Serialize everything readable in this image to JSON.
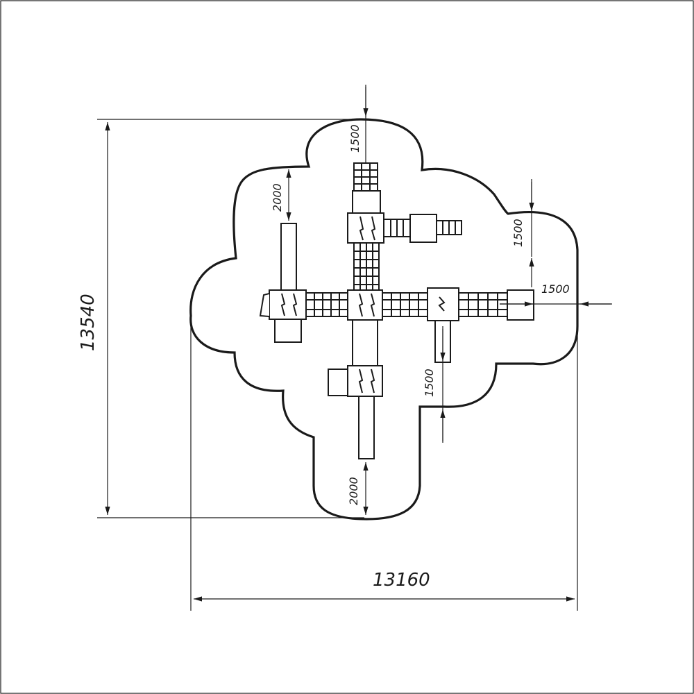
{
  "dimensions": {
    "total_height": "13540",
    "total_width": "13160",
    "top_clearance": "1500",
    "left_clearance": "2000",
    "right_clearance_upper": "1500",
    "right_clearance_side": "1500",
    "center_clearance": "1500",
    "bottom_clearance": "2000"
  },
  "colors": {
    "line": "#1a1a1a",
    "background": "#ffffff"
  }
}
